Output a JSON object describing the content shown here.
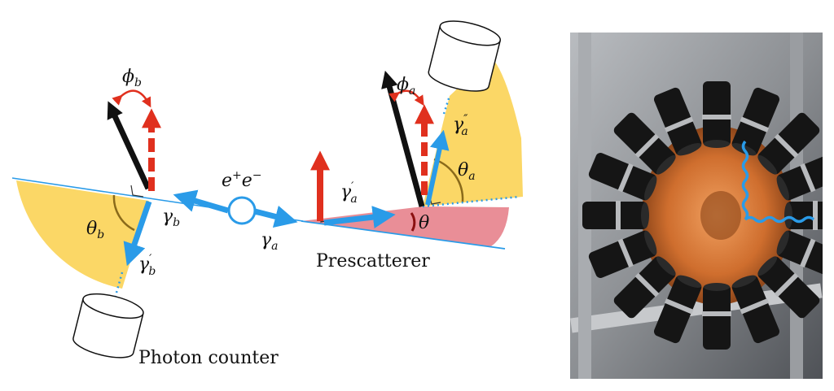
{
  "labels": {
    "pair": "e",
    "pair_sup_plus": "+",
    "pair_e2": "e",
    "pair_sup_minus": "−",
    "gamma": "γ",
    "sub_a": "a",
    "sub_b": "b",
    "prime": "′",
    "double_prime": "″",
    "phi": "ϕ",
    "theta": "θ",
    "prescatterer": "Prescatterer",
    "photon_counter": "Photon counter"
  },
  "colors": {
    "photon_arrow": "#2a9be8",
    "polarization_red": "#e0301e",
    "scatter_black": "#111111",
    "cone_yellow": "#fbd766",
    "prescatter_pink": "#e98e97",
    "theta_arc_dark_red": "#8b1010",
    "phi_arc_red": "#e0301e"
  },
  "photo": {
    "description_icon": "detector-array-photo"
  }
}
